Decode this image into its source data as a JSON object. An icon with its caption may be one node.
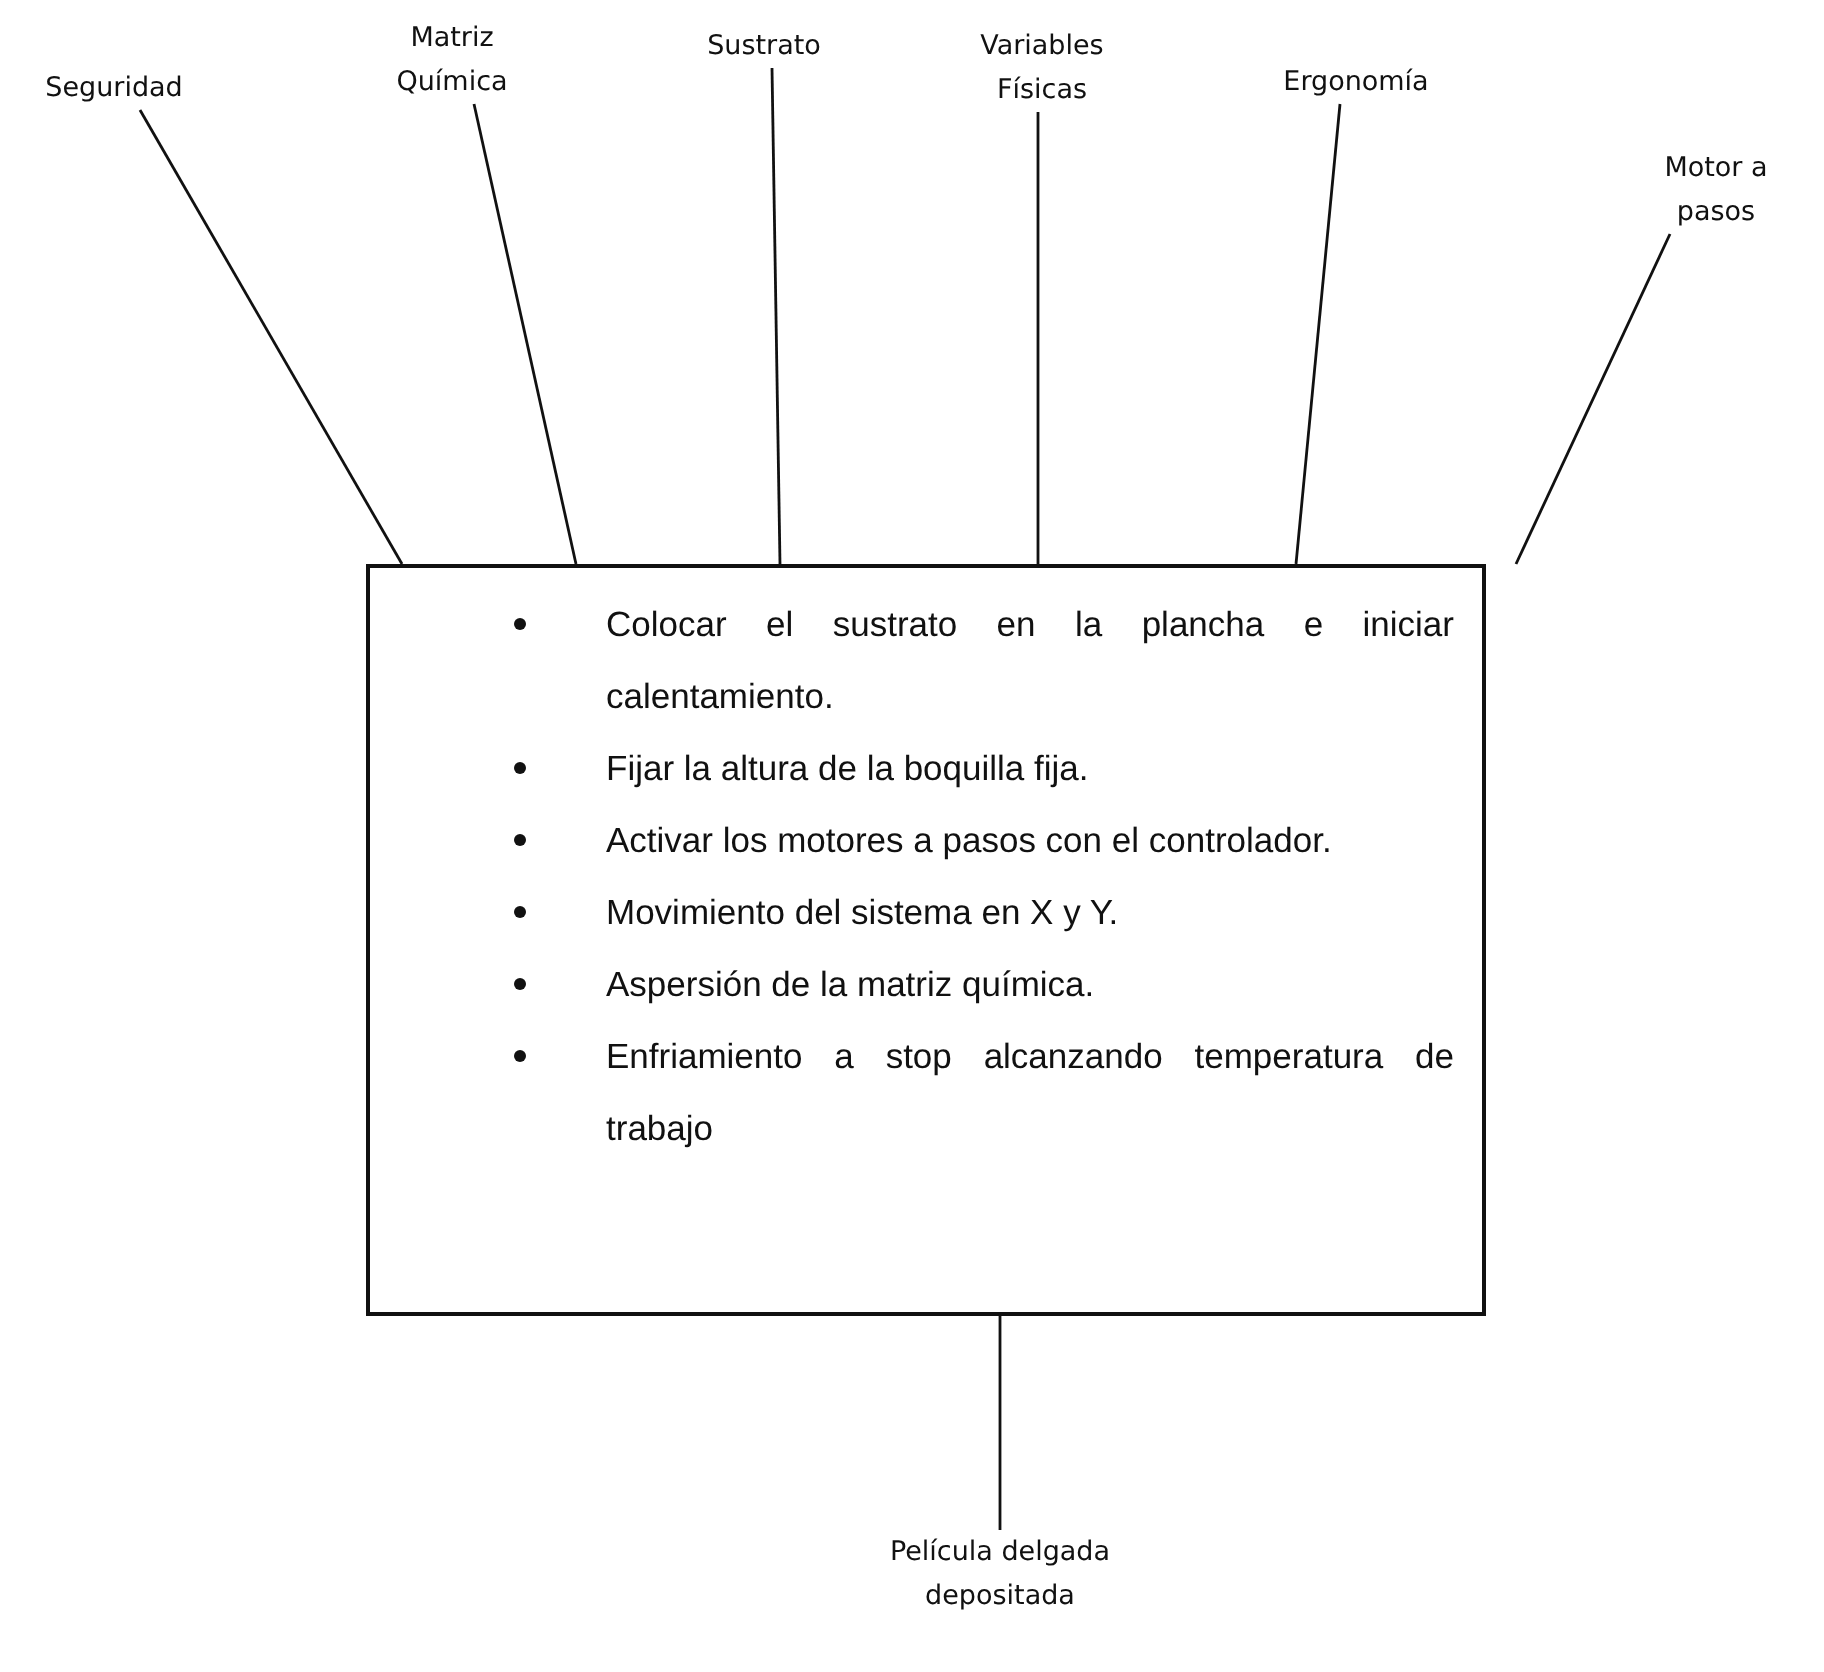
{
  "diagram": {
    "nodes": [
      {
        "text": [
          "Seguridad"
        ]
      },
      {
        "text": [
          "Matriz Química"
        ]
      },
      {
        "text": [
          "Sustrato"
        ]
      },
      {
        "text": [
          "Variables Físicas"
        ]
      },
      {
        "text": [
          "Ergonomía"
        ]
      },
      {
        "text": [
          "Motor a pasos"
        ]
      },
      {
        "text": [
          "Colocar el sustrato en la plancha e iniciar calentamiento.",
          "Fijar la altura de la boquilla fija.",
          "Activar los motores a pasos con el controlador.",
          "Movimiento del sistema en X y Y.",
          "Aspersión de la matriz química.",
          "Enfriamiento a stop alcanzando temperatura de trabajo"
        ]
      },
      {
        "text": [
          "Película delgada depositada"
        ]
      }
    ],
    "edges": [
      {
        "from": 0,
        "to": 6,
        "arrow": "none"
      },
      {
        "from": 1,
        "to": 6,
        "arrow": "none"
      },
      {
        "from": 2,
        "to": 6,
        "arrow": "none"
      },
      {
        "from": 3,
        "to": 6,
        "arrow": "none"
      },
      {
        "from": 4,
        "to": 6,
        "arrow": "none"
      },
      {
        "from": 5,
        "to": 6,
        "arrow": "none"
      },
      {
        "from": 6,
        "to": 7,
        "arrow": "none"
      }
    ]
  }
}
